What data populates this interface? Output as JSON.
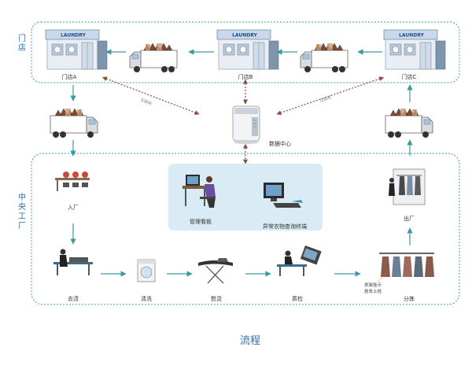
{
  "sections": {
    "store_label": "门店",
    "factory_label": "中央工厂"
  },
  "stores": {
    "a": {
      "sign": "LAUNDRY",
      "label": "门店A"
    },
    "b": {
      "sign": "LAUNDRY",
      "label": "门店B"
    },
    "c": {
      "sign": "LAUNDRY",
      "label": "门店C"
    }
  },
  "network_labels": {
    "left": "互联网",
    "right": "互联网"
  },
  "data_center": {
    "label": "数据中心"
  },
  "panel": {
    "management": "管理看板",
    "query": "异常衣物查询终端"
  },
  "steps": {
    "entry": "入厂",
    "stain": "去渍",
    "wash": "清洗",
    "iron": "熨烫",
    "check": "质检",
    "sort": "分拣",
    "exit": "出厂"
  },
  "sort_note": {
    "line1": "衣架挂示",
    "line2": "挂衣上挂"
  },
  "caption": "流程",
  "colors": {
    "arrow": "#3a9aa0",
    "dashed_border": "#3aa08a",
    "network_arrow": "#8b4a3a",
    "panel_bg": "#d9ebf5",
    "accent_text": "#2b6fa8"
  }
}
